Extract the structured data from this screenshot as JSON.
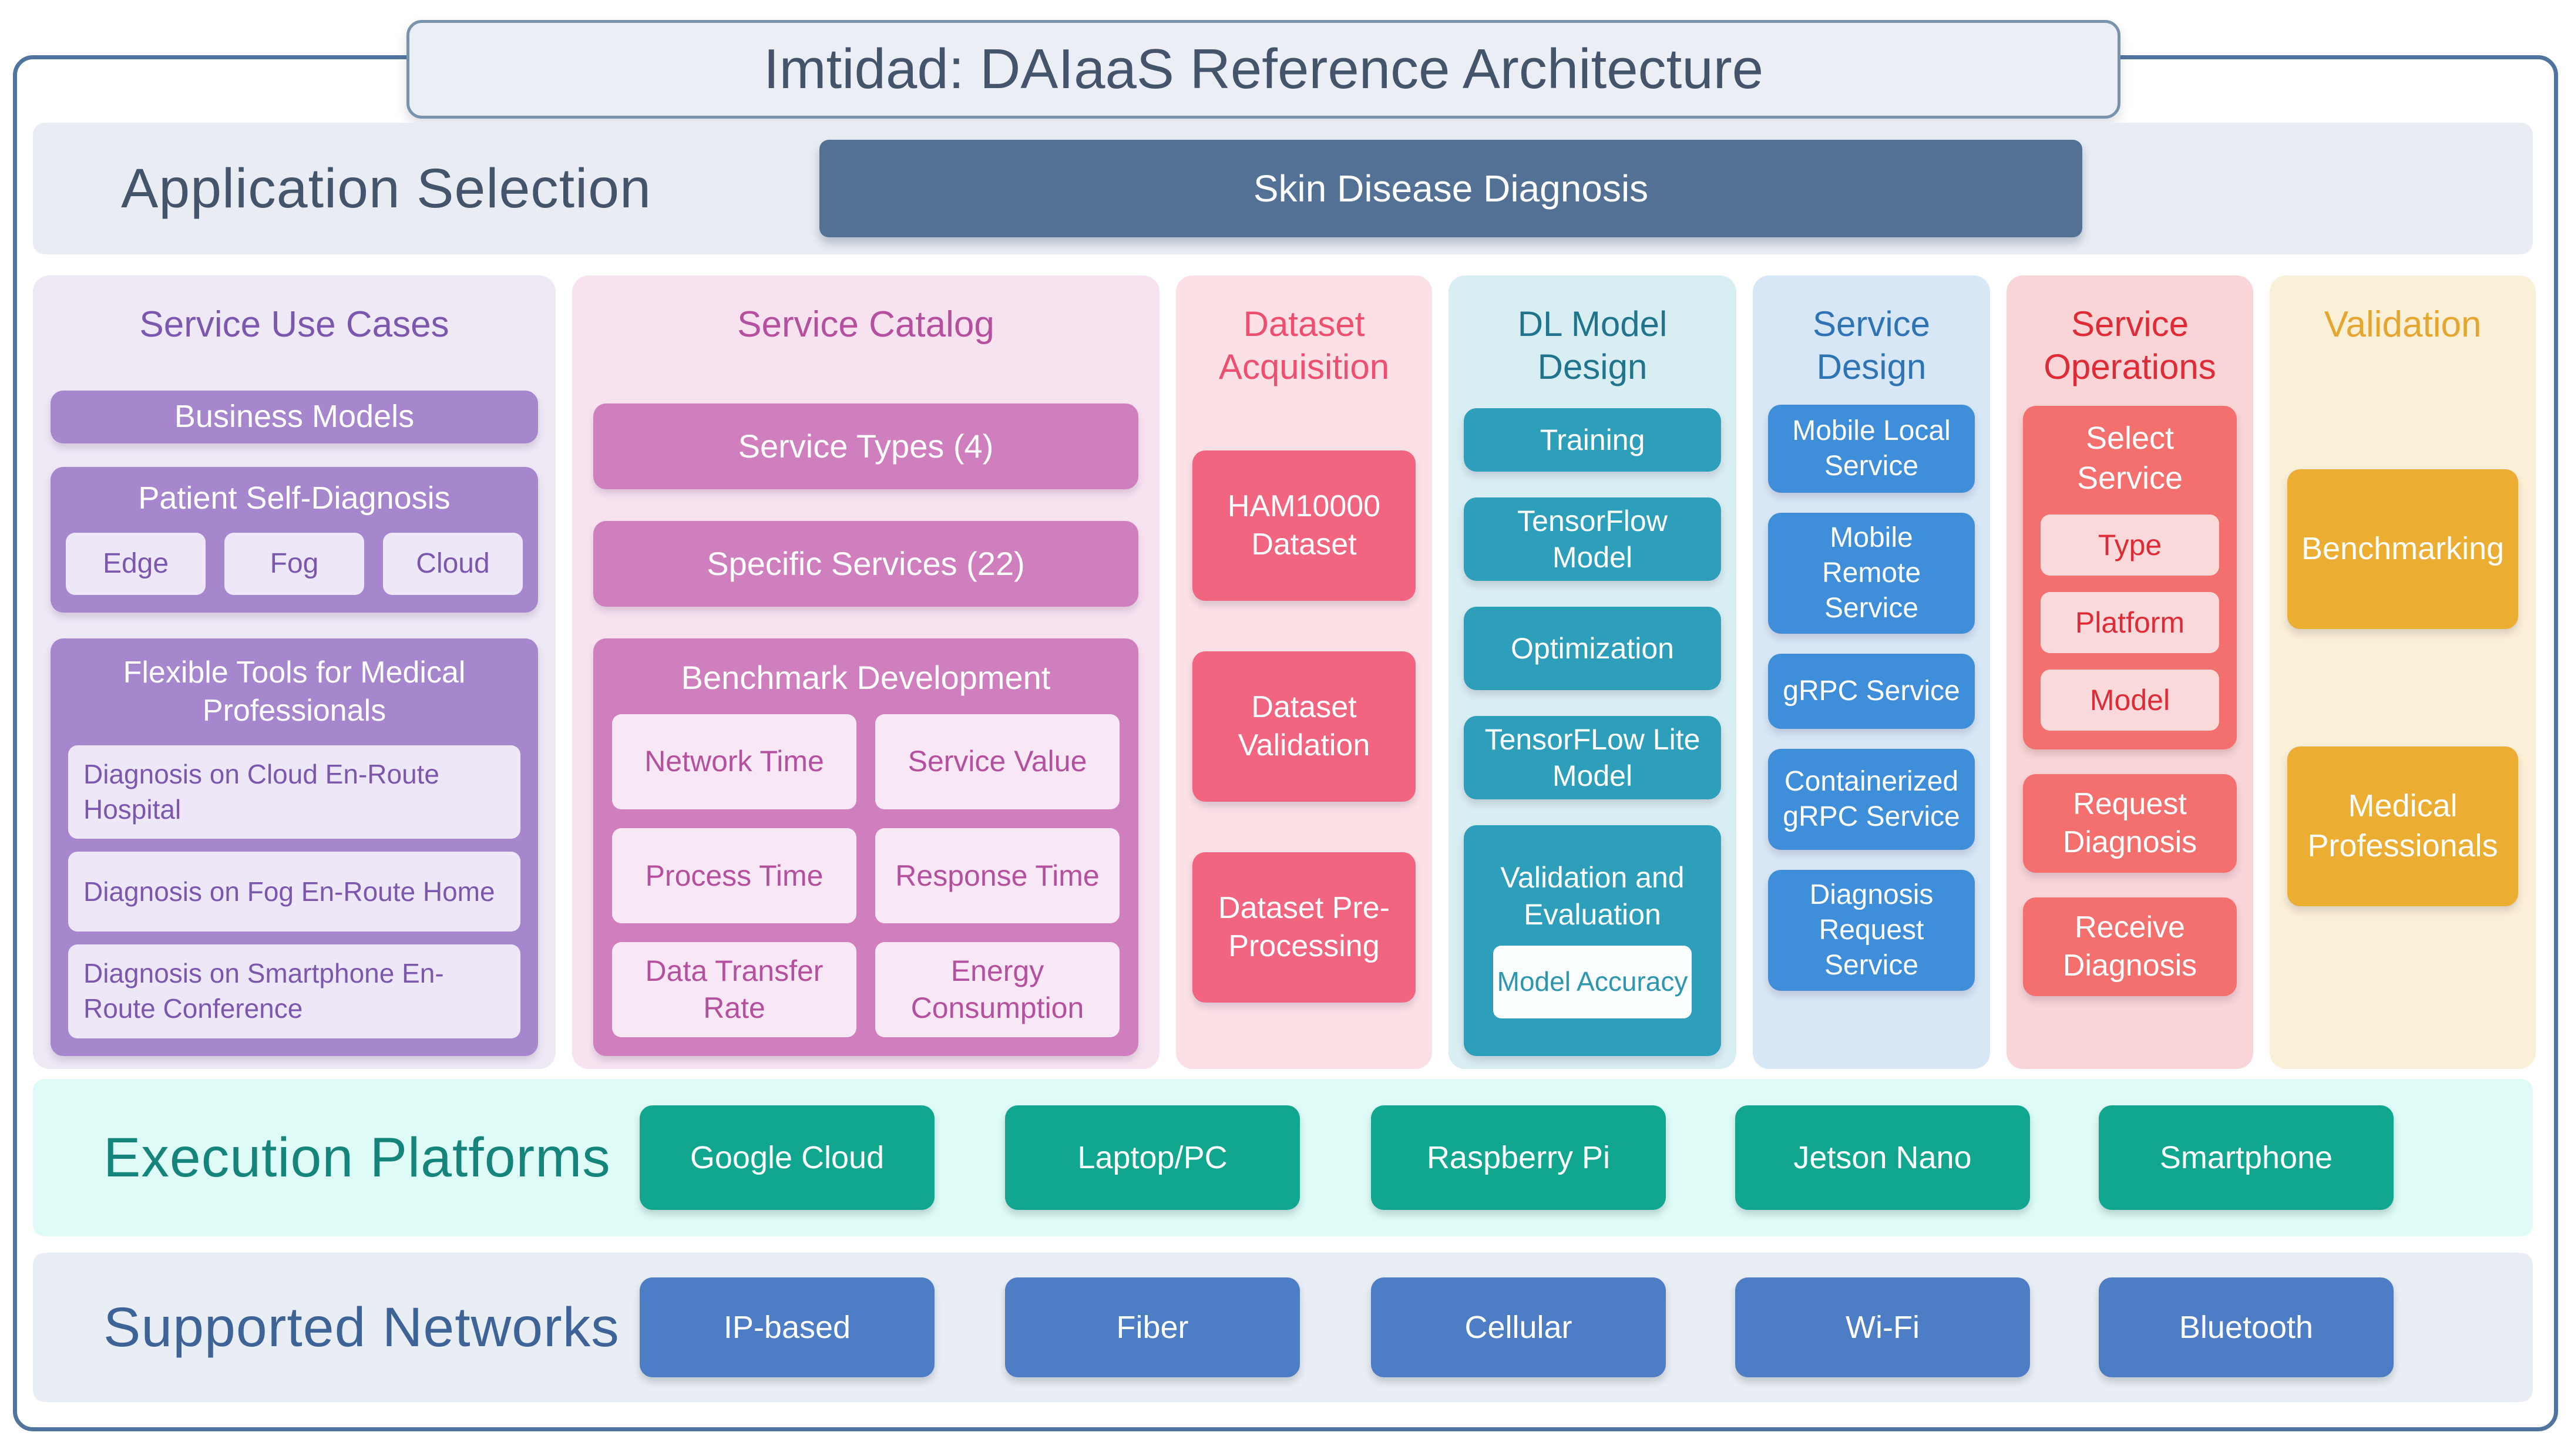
{
  "title": "Imtidad: DAIaaS Reference Architecture",
  "application_selection": {
    "label": "Application Selection",
    "application": "Skin Disease Diagnosis"
  },
  "columns": {
    "use_cases": {
      "header": "Service Use Cases",
      "business_models": "Business Models",
      "patient_self_diagnosis": {
        "title": "Patient Self-Diagnosis",
        "options": [
          "Edge",
          "Fog",
          "Cloud"
        ]
      },
      "flexible_tools": {
        "title": "Flexible Tools for Medical Professionals",
        "items": [
          "Diagnosis on Cloud En-Route Hospital",
          "Diagnosis on Fog En-Route Home",
          "Diagnosis on Smartphone En-Route Conference"
        ]
      }
    },
    "service_catalog": {
      "header": "Service Catalog",
      "service_types": "Service Types (4)",
      "specific_services": "Specific Services (22)",
      "benchmark_development": {
        "title": "Benchmark Development",
        "metrics": [
          "Network Time",
          "Service Value",
          "Process Time",
          "Response Time",
          "Data Transfer Rate",
          "Energy Consumption"
        ]
      }
    },
    "dataset_acquisition": {
      "header": "Dataset Acquisition",
      "items": [
        "HAM10000 Dataset",
        "Dataset Validation",
        "Dataset Pre-Processing"
      ]
    },
    "dl_model_design": {
      "header": "DL Model Design",
      "items": [
        "Training",
        "TensorFlow Model",
        "Optimization",
        "TensorFLow Lite Model"
      ],
      "validation_evaluation": {
        "title": "Validation and Evaluation",
        "sub": "Model Accuracy"
      }
    },
    "service_design": {
      "header": "Service Design",
      "items": [
        "Mobile Local Service",
        "Mobile Remote Service",
        "gRPC Service",
        "Containerized gRPC Service",
        "Diagnosis Request Service"
      ]
    },
    "service_operations": {
      "header": "Service Operations",
      "select_service": {
        "title": "Select Service",
        "options": [
          "Type",
          "Platform",
          "Model"
        ]
      },
      "items": [
        "Request Diagnosis",
        "Receive Diagnosis"
      ]
    },
    "validation": {
      "header": "Validation",
      "items": [
        "Benchmarking",
        "Medical Professionals"
      ]
    }
  },
  "execution_platforms": {
    "label": "Execution Platforms",
    "platforms": [
      "Google Cloud",
      "Laptop/PC",
      "Raspberry Pi",
      "Jetson Nano",
      "Smartphone"
    ]
  },
  "supported_networks": {
    "label": "Supported Networks",
    "networks": [
      "IP-based",
      "Fiber",
      "Cellular",
      "Wi-Fi",
      "Bluetooth"
    ]
  },
  "colors": {
    "frame-border": "#51749E",
    "title-bg": "#EBEFF5",
    "title-border": "#7A93AC",
    "title-text": "#44546A",
    "appbar-bg": "#E9EDF3",
    "appbox-bg": "#527194",
    "col1-bg": "#EFE9F6",
    "col1-head": "#7B57AD",
    "col1-box": "#A687CE",
    "col1-light": "#EDE7F7",
    "col2-bg": "#F7E3F0",
    "col2-head": "#B4509E",
    "col2-box": "#D07FBE",
    "col2-light": "#F8E7F4",
    "col3-bg": "#FBE1E6",
    "col3-head": "#EC4F70",
    "col3-box": "#F26580",
    "col4-bg": "#D9EEF2",
    "col4-head": "#20758D",
    "col4-box": "#2E9FBA",
    "col4-accent": "#2E96AE",
    "col5-bg": "#D7E7F6",
    "col5-head": "#2E74B5",
    "col5-box": "#3F8EDA",
    "col6-bg": "#F9D5D7",
    "col6-head": "#DE2B36",
    "col6-box": "#F3706F",
    "col6-light": "#FAD9DB",
    "col7-bg": "#FAEFD7",
    "col7-head": "#E5A630",
    "col7-box": "#EBAD32",
    "plat-bg": "#DFFBF7",
    "plat-label": "#15847A",
    "plat-box": "#10A78E",
    "net-bg": "#E9EDF4",
    "net-label": "#3D6397",
    "net-box": "#4D7DC4"
  }
}
